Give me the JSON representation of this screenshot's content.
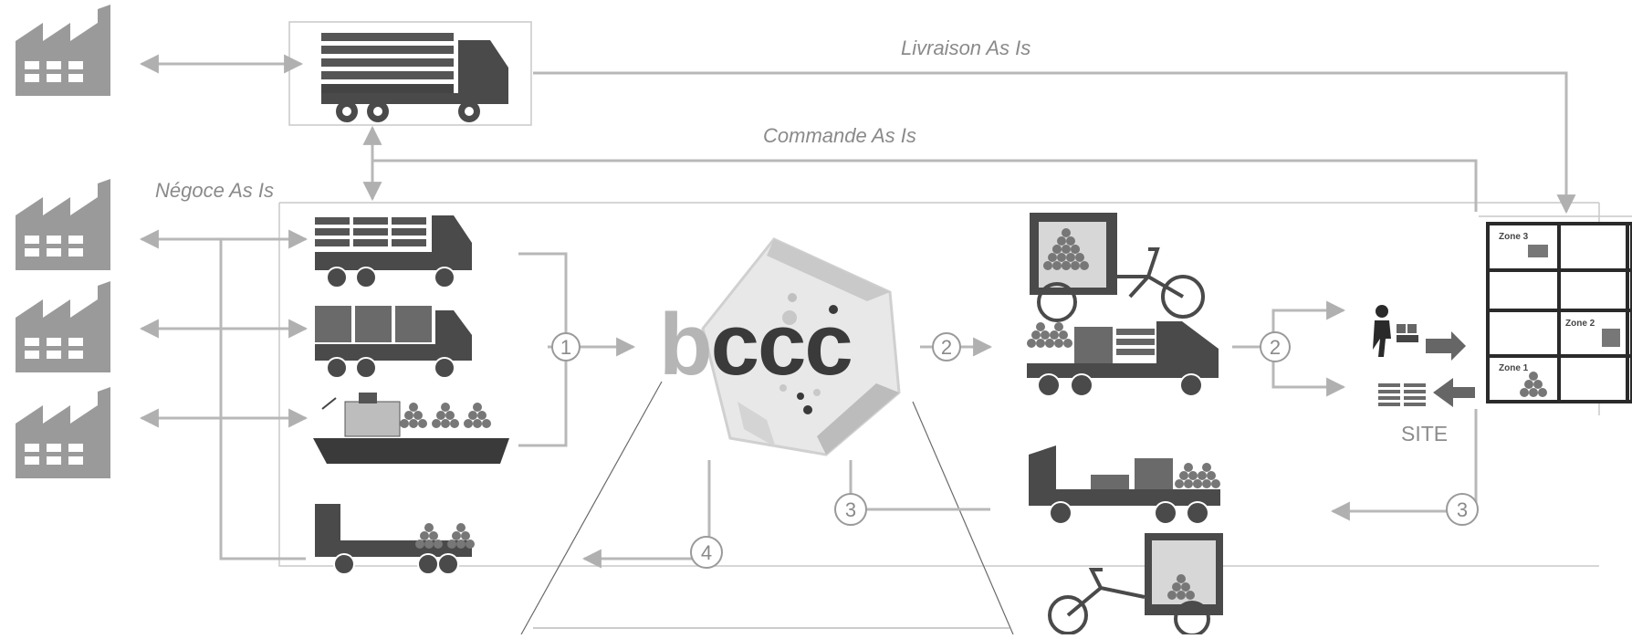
{
  "labels": {
    "livraison": "Livraison As Is",
    "commande": "Commande As Is",
    "negoce": "Négoce As Is",
    "site": "SITE"
  },
  "logo": {
    "b": "b",
    "ccc": "ccc"
  },
  "steps": {
    "s1": "1",
    "s2a": "2",
    "s2b": "2",
    "s3a": "3",
    "s3b": "3",
    "s4": "4"
  },
  "zones": {
    "z1": "Zone 1",
    "z2": "Zone 2",
    "z3": "Zone 3"
  },
  "icons": [
    "factory-icon",
    "truck-icon",
    "ship-icon",
    "cargo-bike-icon",
    "worker-pallet-icon",
    "warehouse-icon"
  ],
  "colors": {
    "dark": "#4a4a4a",
    "mid": "#8a8a8a",
    "line": "#b8b8b8",
    "light": "#c8c8c8"
  }
}
